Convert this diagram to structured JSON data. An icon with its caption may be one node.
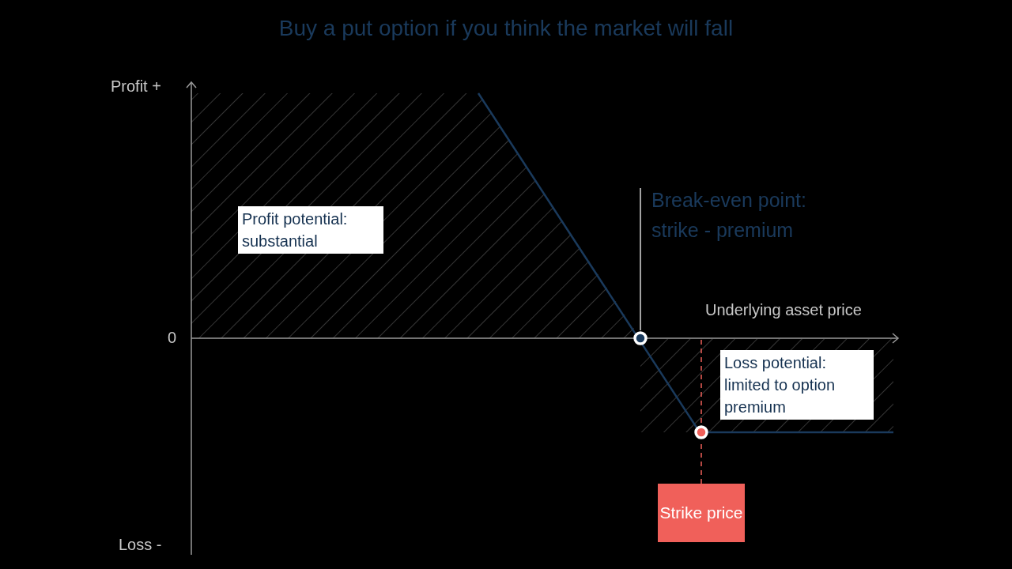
{
  "diagram": {
    "title": "Buy a put option if you think the market will fall",
    "nodes": [
      {
        "text": [
          "Profit potential: substantial"
        ]
      },
      {
        "text": [
          "Loss potential: limited to option premium"
        ]
      },
      {
        "text": [
          "Break-even point: strike - premium"
        ]
      },
      {
        "text": [],
        "shape": "circle"
      },
      {
        "text": [
          "Strike price"
        ]
      },
      {
        "text": [],
        "shape": "circle"
      }
    ],
    "edges": [
      {
        "from": 2,
        "to": 3,
        "arrow": "none"
      },
      {
        "from": 4,
        "to": 5,
        "arrow": "none",
        "style": "dashed",
        "color": "#f0605a"
      }
    ],
    "labels": [
      "Profit +",
      "Underlying asset price",
      "0",
      "Loss -"
    ]
  }
}
